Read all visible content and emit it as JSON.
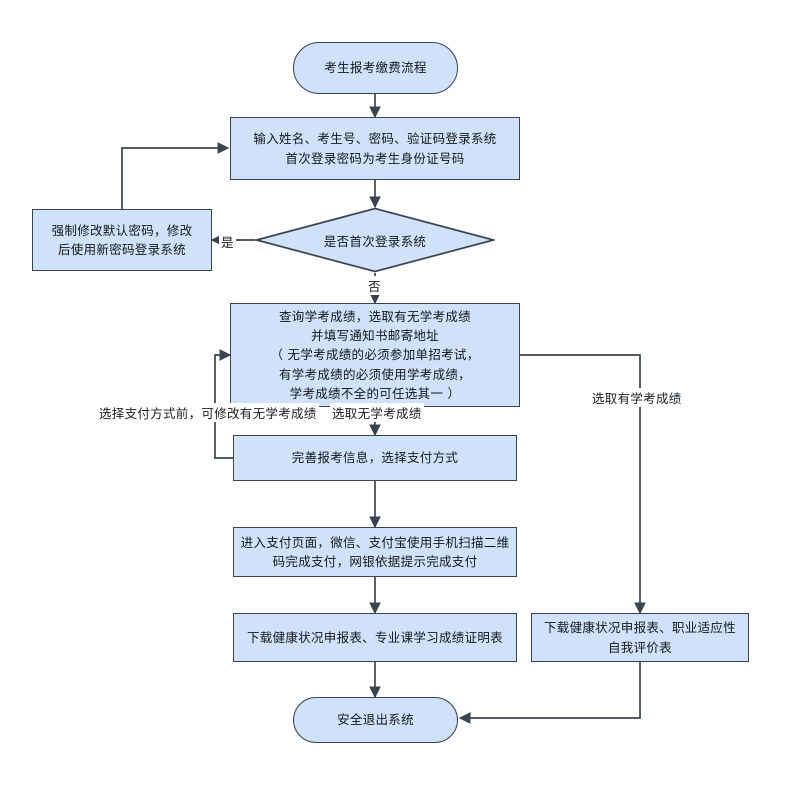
{
  "diagram": {
    "title": "考生报考缴费流程",
    "type": "flowchart",
    "colors": {
      "node_fill": "#cfe2f9",
      "node_border": "#3a4450",
      "connector": "#3a4450",
      "text": "#14181d",
      "background": "#ffffff"
    },
    "nodes": [
      {
        "id": "start",
        "shape": "terminator",
        "text": "考生报考缴费流程"
      },
      {
        "id": "login",
        "shape": "process",
        "text": "输入姓名、考生号、密码、验证码登录系统\n首次登录密码为考生身份证号码"
      },
      {
        "id": "first_login_decision",
        "shape": "decision",
        "text": "是否首次登录系统"
      },
      {
        "id": "change_password",
        "shape": "process",
        "text": "强制修改默认密码，修改\n后使用新密码登录系统"
      },
      {
        "id": "query_score",
        "shape": "process",
        "text": "查询学考成绩，选取有无学考成绩\n并填写通知书邮寄地址\n（ 无学考成绩的必须参加单招考试，\n有学考成绩的必须使用学考成绩，\n学考成绩不全的可任选其一 ）"
      },
      {
        "id": "complete_info",
        "shape": "process",
        "text": "完善报考信息，选择支付方式"
      },
      {
        "id": "payment_page",
        "shape": "process",
        "text": "进入支付页面，微信、支付宝使用手机扫描二维\n码完成支付，网银依据提示完成支付"
      },
      {
        "id": "download_left",
        "shape": "process",
        "text": "下载健康状况申报表、专业课学习成绩证明表"
      },
      {
        "id": "download_right",
        "shape": "process",
        "text": "下载健康状况申报表、职业适应性\n自我评价表"
      },
      {
        "id": "exit",
        "shape": "terminator",
        "text": "安全退出系统"
      }
    ],
    "edge_labels": {
      "yes": "是",
      "no": "否",
      "modify_before_pay": "选择支付方式前，可修改有无学考成绩",
      "no_score": "选取无学考成绩",
      "has_score": "选取有学考成绩"
    }
  }
}
